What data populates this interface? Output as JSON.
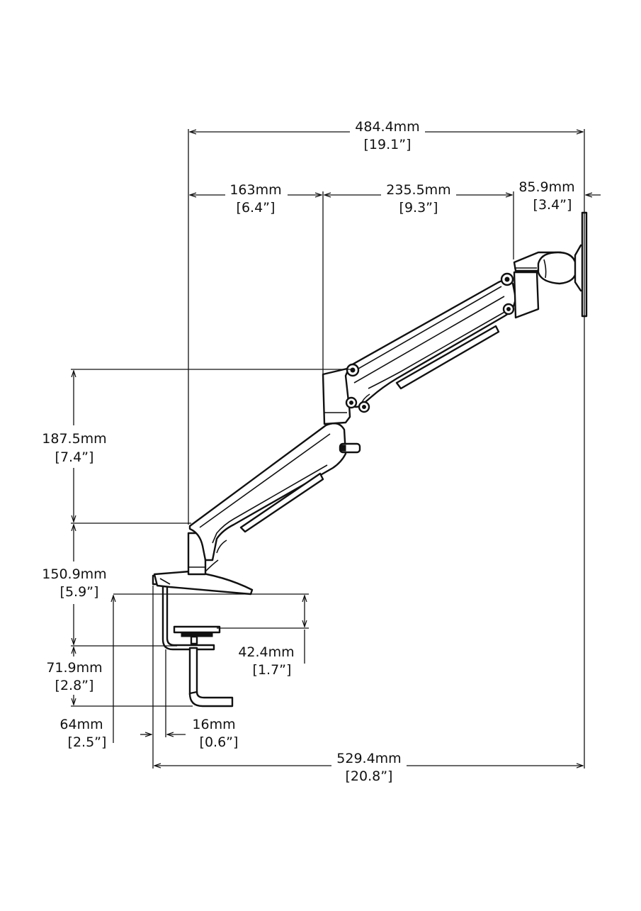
{
  "dimensions": {
    "overall_reach": {
      "metric": "484.4mm",
      "imperial": "[19.1”]"
    },
    "upper_offset": {
      "metric": "163mm",
      "imperial": "[6.4”]"
    },
    "upper_arm": {
      "metric": "235.5mm",
      "imperial": "[9.3”]"
    },
    "tilt_head": {
      "metric": "85.9mm",
      "imperial": "[3.4”]"
    },
    "arm_rise": {
      "metric": "187.5mm",
      "imperial": "[7.4”]"
    },
    "pole_height": {
      "metric": "150.9mm",
      "imperial": "[5.9”]"
    },
    "clamp_depth": {
      "metric": "42.4mm",
      "imperial": "[1.7”]"
    },
    "clamp_range": {
      "metric": "71.9mm",
      "imperial": "[2.8”]"
    },
    "clamp_throat": {
      "metric": "64mm",
      "imperial": "[2.5”]"
    },
    "clamp_offset": {
      "metric": "16mm",
      "imperial": "[0.6”]"
    },
    "total_reach": {
      "metric": "529.4mm",
      "imperial": "[20.8”]"
    }
  }
}
